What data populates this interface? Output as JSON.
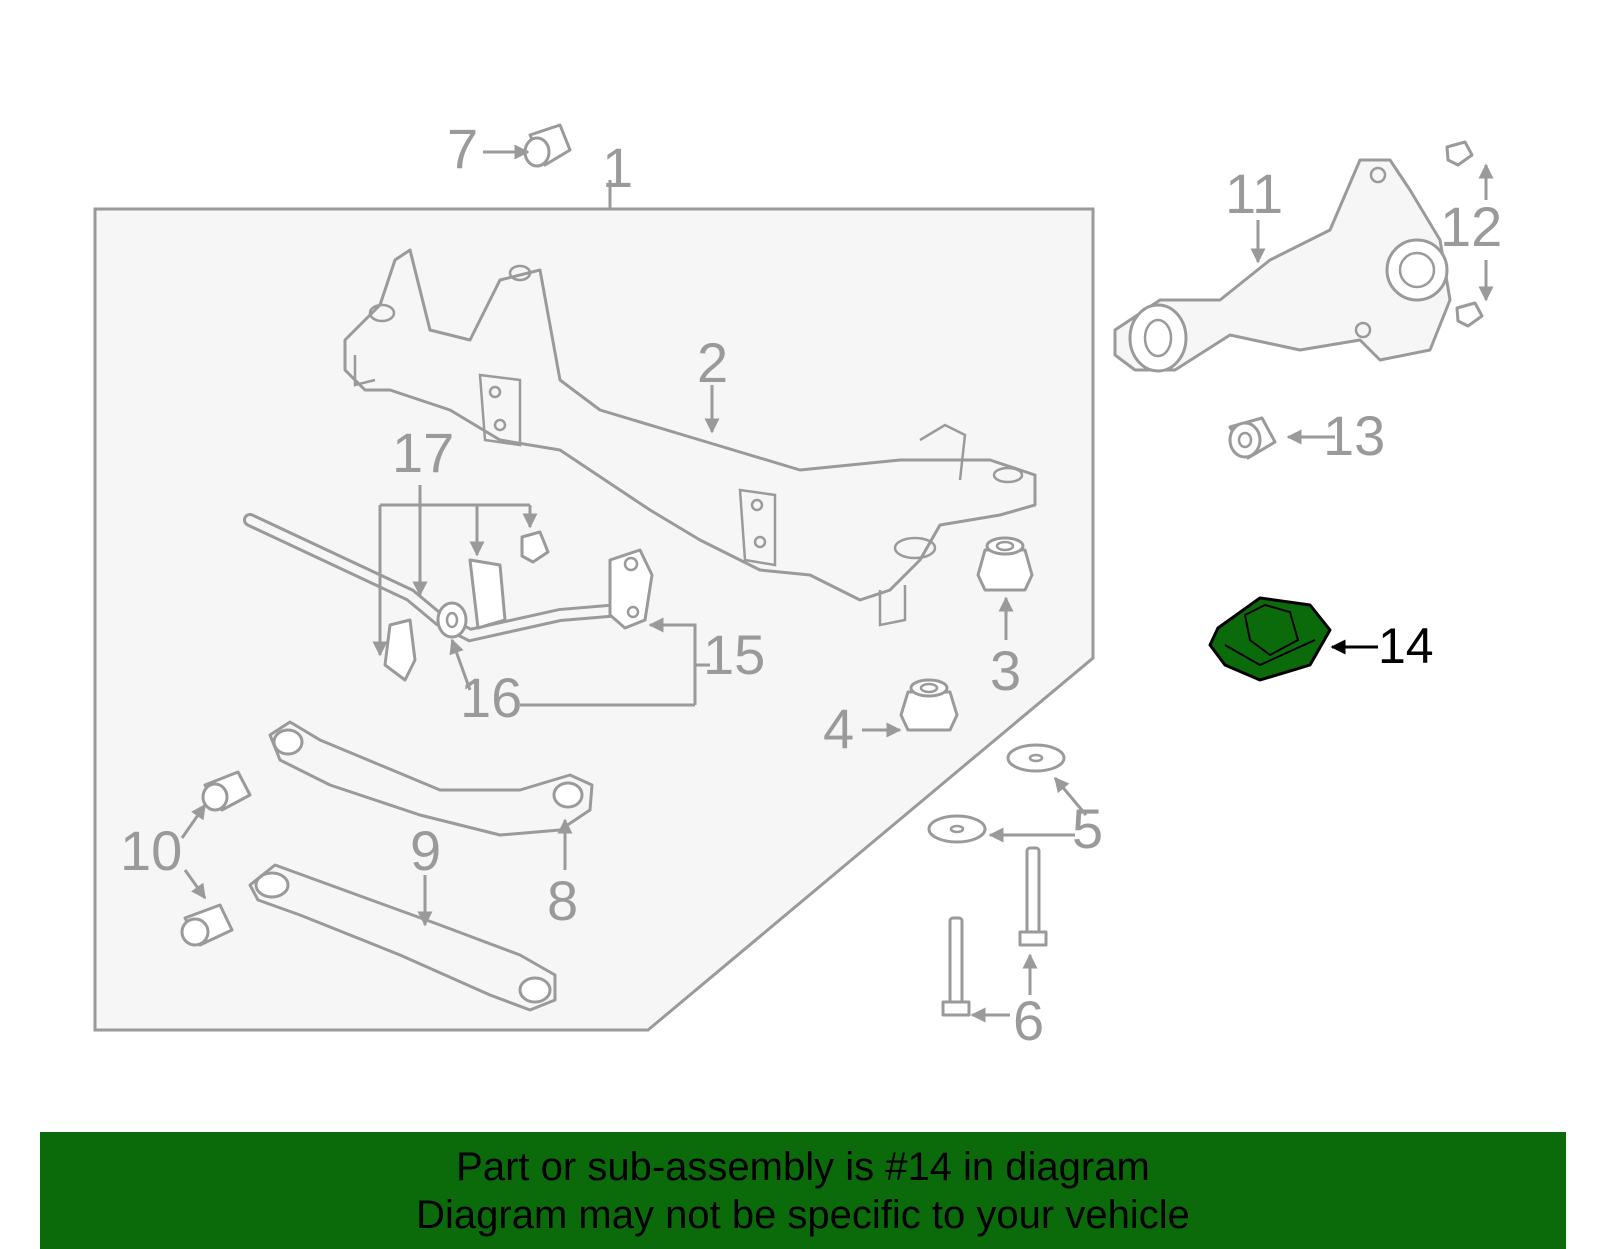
{
  "callouts": {
    "c1": "1",
    "c2": "2",
    "c3": "3",
    "c4": "4",
    "c5": "5",
    "c6": "6",
    "c7": "7",
    "c8": "8",
    "c9": "9",
    "c10": "10",
    "c11": "11",
    "c12": "12",
    "c13": "13",
    "c14": "14",
    "c15": "15",
    "c16": "16",
    "c17": "17"
  },
  "highlight": {
    "part_number": "14",
    "color": "#0b6b0b"
  },
  "banner": {
    "line1": "Part or sub-assembly is #14 in diagram",
    "line2": "Diagram may not be specific to your vehicle",
    "background": "#0b6b0b"
  }
}
